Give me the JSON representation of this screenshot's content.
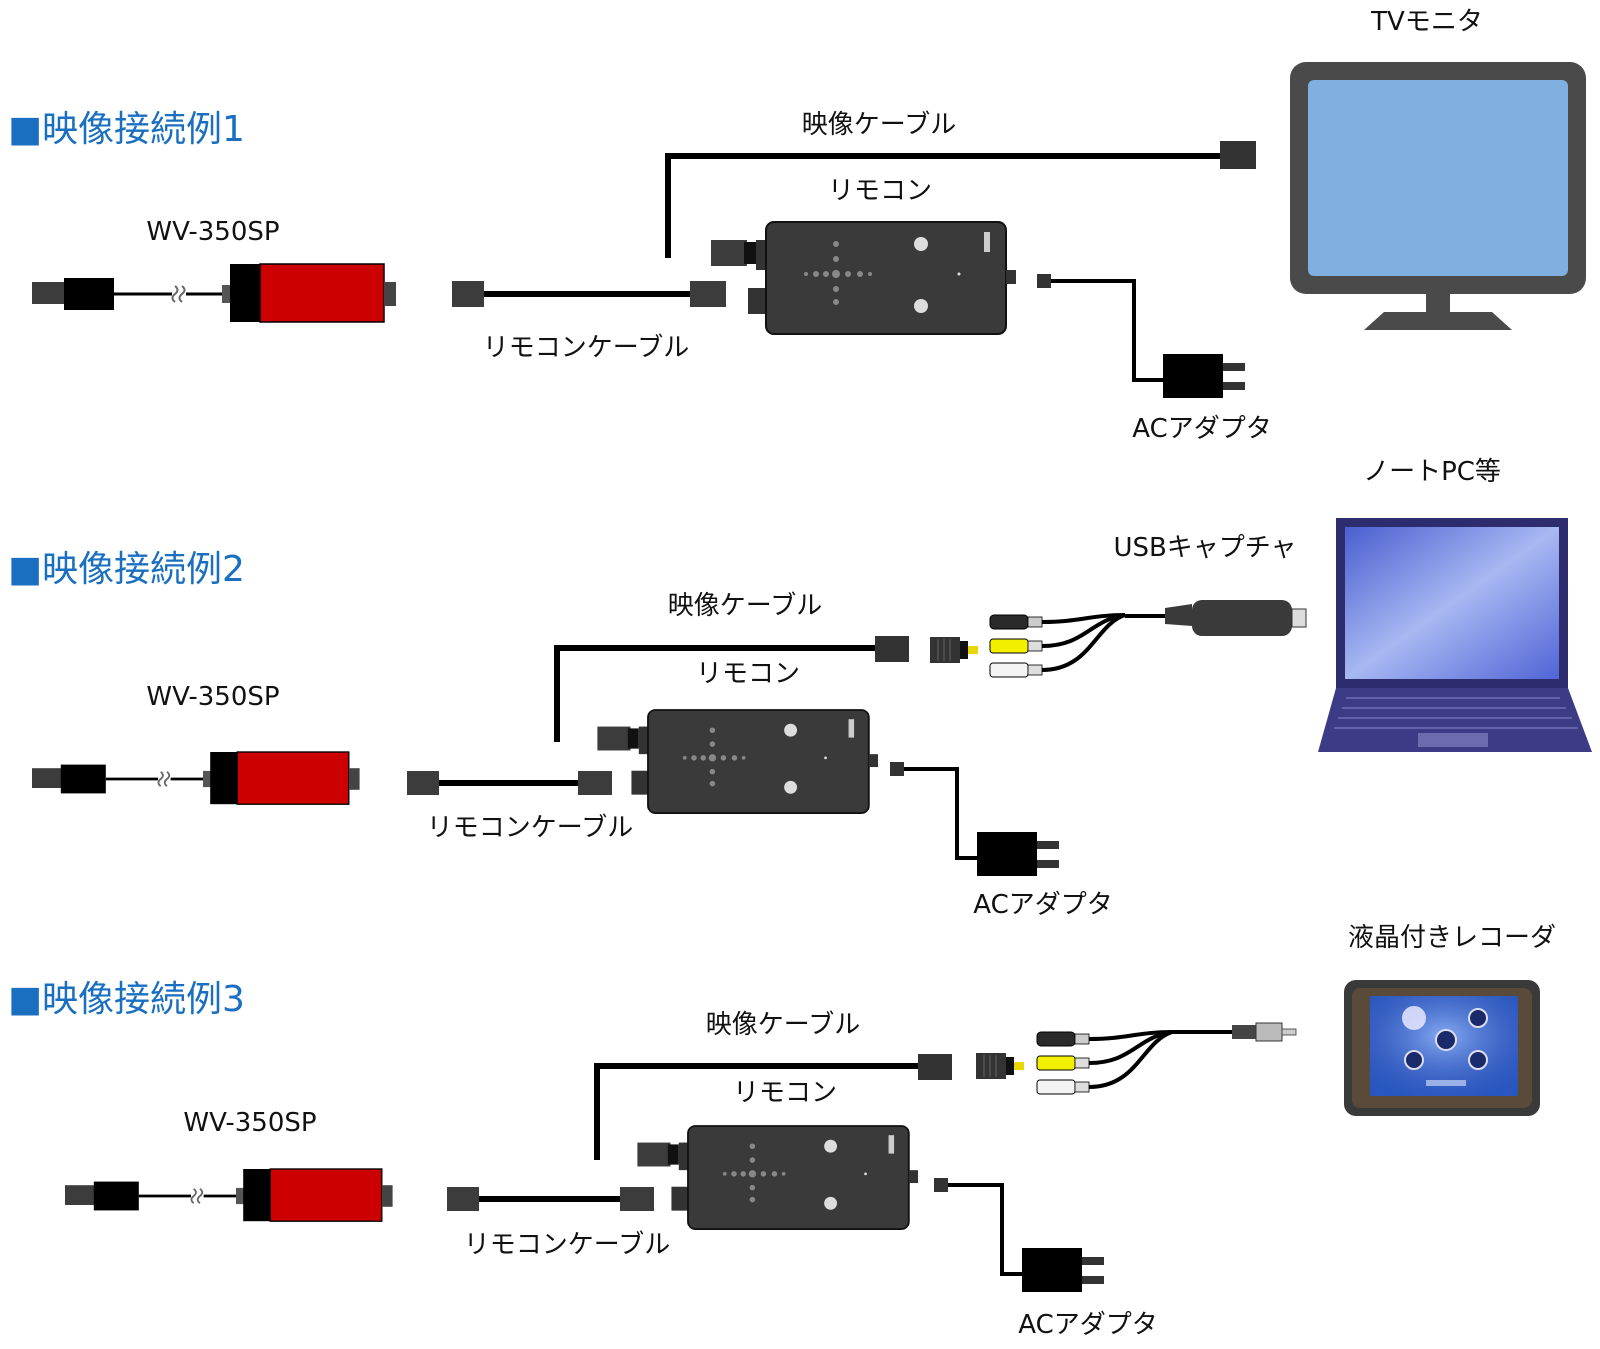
{
  "colors": {
    "accent": "#1a6fc0",
    "camera_body": "#cc0000",
    "device": "#3a3a3a",
    "cable": "#000000",
    "screen": "#7fb0e0",
    "rca_yellow": "#f2f000"
  },
  "sections": [
    {
      "heading": "■映像接続例1",
      "camera": "WV-350SP",
      "remote_cable": "リモコンケーブル",
      "remote": "リモコン",
      "video_cable": "映像ケーブル",
      "ac_adapter": "ACアダプタ",
      "display": "TVモニタ",
      "display_icon": "tv-monitor-icon"
    },
    {
      "heading": "■映像接続例2",
      "camera": "WV-350SP",
      "remote_cable": "リモコンケーブル",
      "remote": "リモコン",
      "video_cable": "映像ケーブル",
      "ac_adapter": "ACアダプタ",
      "capture": "USBキャプチャ",
      "display": "ノートPC等",
      "display_icon": "laptop-icon"
    },
    {
      "heading": "■映像接続例3",
      "camera": "WV-350SP",
      "remote_cable": "リモコンケーブル",
      "remote": "リモコン",
      "video_cable": "映像ケーブル",
      "ac_adapter": "ACアダプタ",
      "display": "液晶付きレコーダ",
      "display_icon": "lcd-recorder-icon"
    }
  ]
}
